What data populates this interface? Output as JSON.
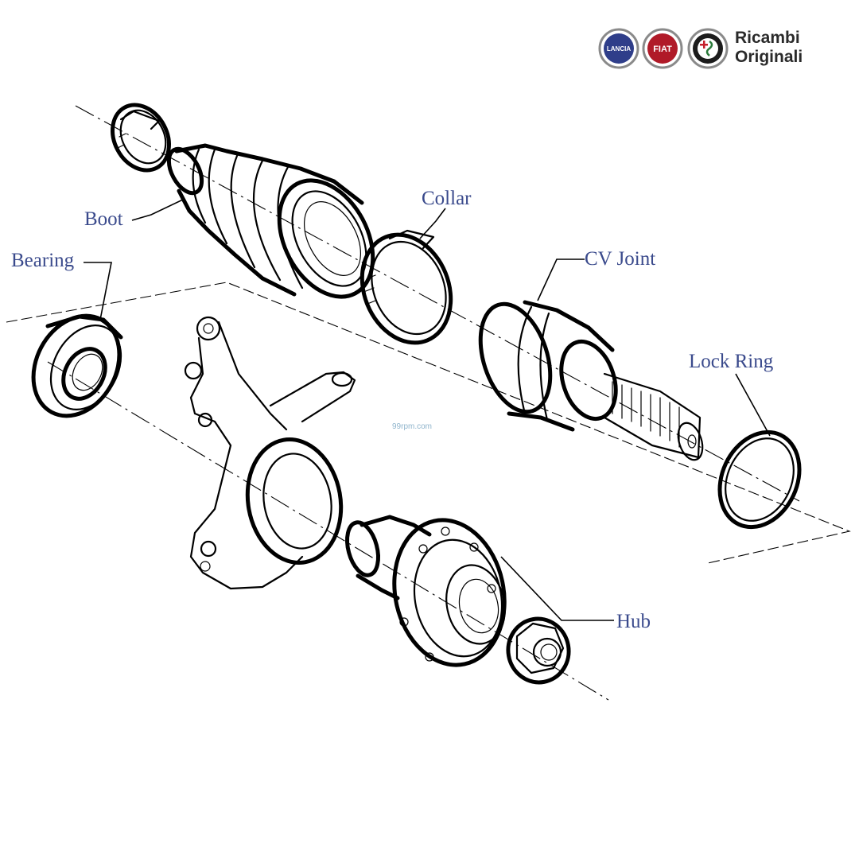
{
  "brand": {
    "line1": "Ricambi",
    "line2": "Originali",
    "logos": [
      {
        "name": "lancia-logo",
        "text": "LANCIA",
        "color": "#2f3e8a"
      },
      {
        "name": "fiat-logo",
        "text": "FIAT",
        "color": "#b01a28"
      },
      {
        "name": "alfa-romeo-logo",
        "text": "",
        "color": "#1c1c1c"
      }
    ]
  },
  "watermark": "99rpm.com",
  "labels": {
    "boot": "Boot",
    "collar": "Collar",
    "bearing": "Bearing",
    "cv_joint": "CV Joint",
    "lock_ring": "Lock Ring",
    "hub": "Hub"
  },
  "colors": {
    "label_text": "#3a4a8c",
    "line": "#000000"
  }
}
